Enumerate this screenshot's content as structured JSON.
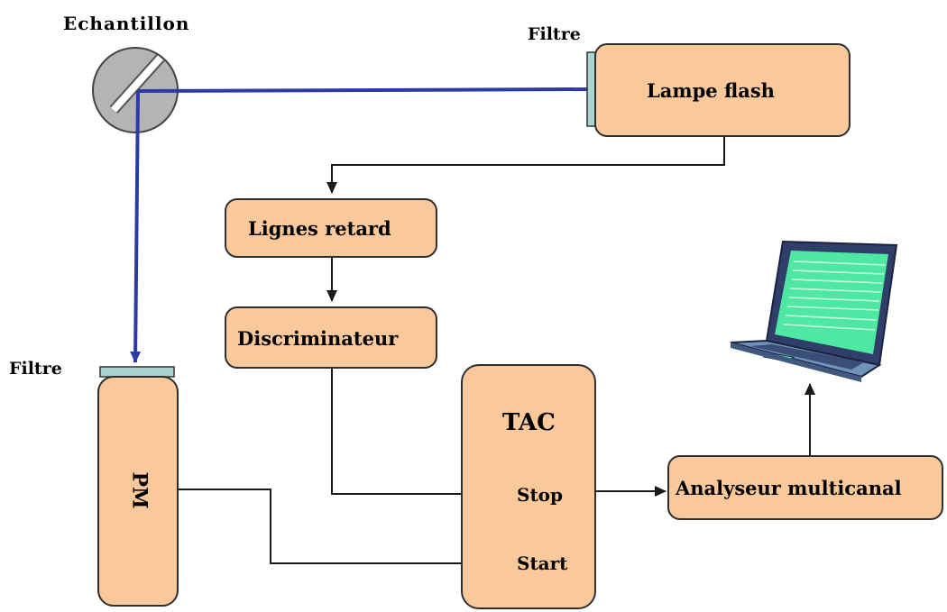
{
  "labels": {
    "echantillon": "Echantillon",
    "filtre_top": "Filtre",
    "filtre_left": "Filtre"
  },
  "boxes": {
    "lampe_flash": "Lampe flash",
    "lignes_retard": "Lignes retard",
    "discriminateur": "Discriminateur",
    "pm": "PM",
    "tac": "TAC",
    "analyseur": "Analyseur multicanal"
  },
  "tac_ports": {
    "stop": "Stop",
    "start": "Start"
  },
  "colors": {
    "box_fill": "#f9c99c",
    "beam": "#2b3aa6",
    "filter": "#a9d3cf",
    "wire": "#1a1a1a"
  },
  "icons": {
    "computer": "laptop-icon",
    "sample": "sample-holder-icon"
  }
}
